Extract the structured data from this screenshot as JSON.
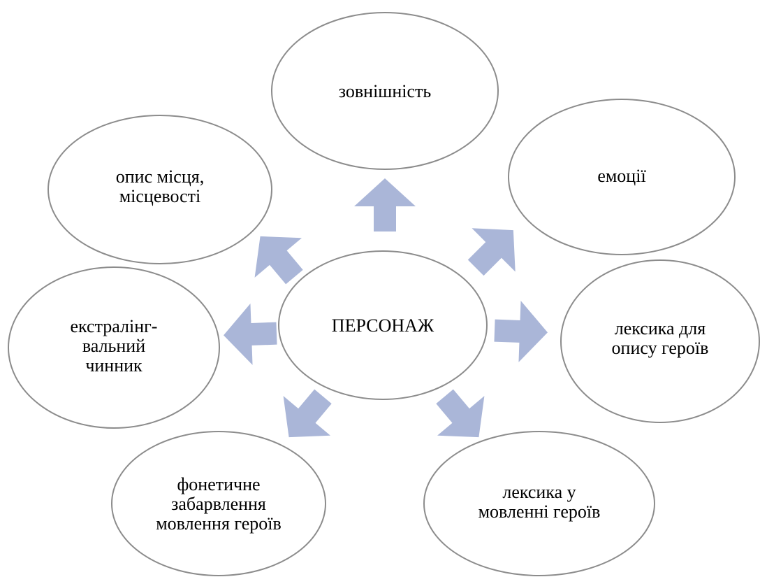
{
  "diagram": {
    "center": {
      "label": [
        "ПЕРСОНАЖ"
      ]
    },
    "nodes": {
      "appearance": {
        "label": [
          "зовнішність"
        ]
      },
      "emotions": {
        "label": [
          "емоції"
        ]
      },
      "hero-lexis": {
        "label": [
          "лексика для",
          "опису героїв"
        ]
      },
      "speech-lexis": {
        "label": [
          "лексика у",
          "мовленні героїв"
        ]
      },
      "phonetic": {
        "label": [
          "фонетичне",
          "забарвлення",
          "мовлення героїв"
        ]
      },
      "extralinguistic": {
        "label": [
          "екстралінг-",
          "вальний",
          "чинник"
        ]
      },
      "place": {
        "label": [
          "опис місця,",
          "місцевості"
        ]
      }
    },
    "colors": {
      "arrow": "#aab6d8",
      "outline": "#8c8c8c",
      "text": "#000000",
      "fill": "#ffffff"
    }
  }
}
